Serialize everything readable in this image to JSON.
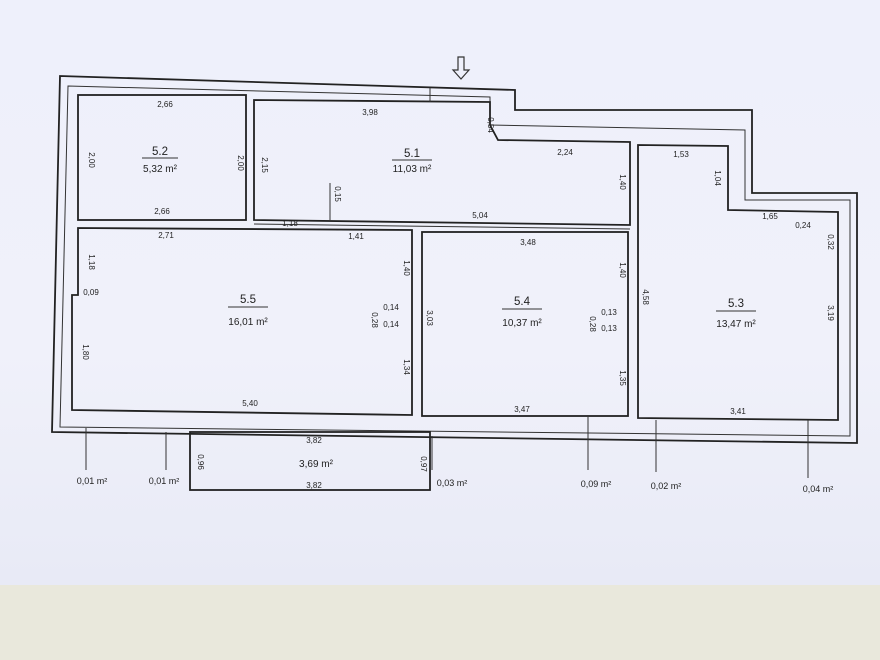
{
  "rooms": [
    {
      "id": "5.2",
      "number": "5.2",
      "area": "5,32 m²"
    },
    {
      "id": "5.1",
      "number": "5.1",
      "area": "11,03 m²"
    },
    {
      "id": "5.5",
      "number": "5.5",
      "area": "16,01 m²"
    },
    {
      "id": "5.4",
      "number": "5.4",
      "area": "10,37 m²"
    },
    {
      "id": "5.3",
      "number": "5.3",
      "area": "13,47 m²"
    },
    {
      "id": "balcony",
      "number": "",
      "area": "3,69 m²"
    }
  ],
  "dimensions": {
    "r52_top": "2,66",
    "r52_bottom": "2,66",
    "r52_left": "2,00",
    "r52_right": "2,00",
    "r51_top": "3,98",
    "r51_left": "2,15",
    "r51_step": "0,54",
    "r51_mid": "2,24",
    "r51_right": "1,40",
    "r51_small": "0,15",
    "r51_door": "1,18",
    "r51_bottom": "5,04",
    "r55_top_left": "2,71",
    "r55_top_right": "1,41",
    "r55_left_upper": "1,18",
    "r55_notch": "0,09",
    "r55_left_lower": "1,80",
    "r55_right_upper": "1,40",
    "r55_right_mid": "0,28",
    "r55_jamb_top": "0,14",
    "r55_jamb_bottom": "0,14",
    "r55_right_lower": "1,34",
    "r55_bottom": "5,40",
    "r54_top": "3,48",
    "r54_left": "3,03",
    "r54_right_upper": "1,40",
    "r54_right_mid": "0,28",
    "r54_jamb_top": "0,13",
    "r54_jamb_bottom": "0,13",
    "r54_right_lower": "1,35",
    "r54_bottom": "3,47",
    "r53_top": "1,53",
    "r53_upper_right": "1,04",
    "r53_step": "1,65",
    "r53_corner_w": "0,24",
    "r53_corner_h": "0,32",
    "r53_left": "4,58",
    "r53_right": "3,19",
    "r53_bottom": "3,41",
    "bal_top": "3,82",
    "bal_bottom": "3,82",
    "bal_left": "0,96",
    "bal_right": "0,97"
  },
  "external_areas": [
    "0,01 m²",
    "0,01 m²",
    "0,03 m²",
    "0,09 m²",
    "0,02 m²",
    "0,04 m²"
  ],
  "colors": {
    "line": "#222222",
    "paper": "#eef0fb",
    "table": "#e9e8dc"
  },
  "icons": {
    "entrance": "arrow-down-icon"
  }
}
